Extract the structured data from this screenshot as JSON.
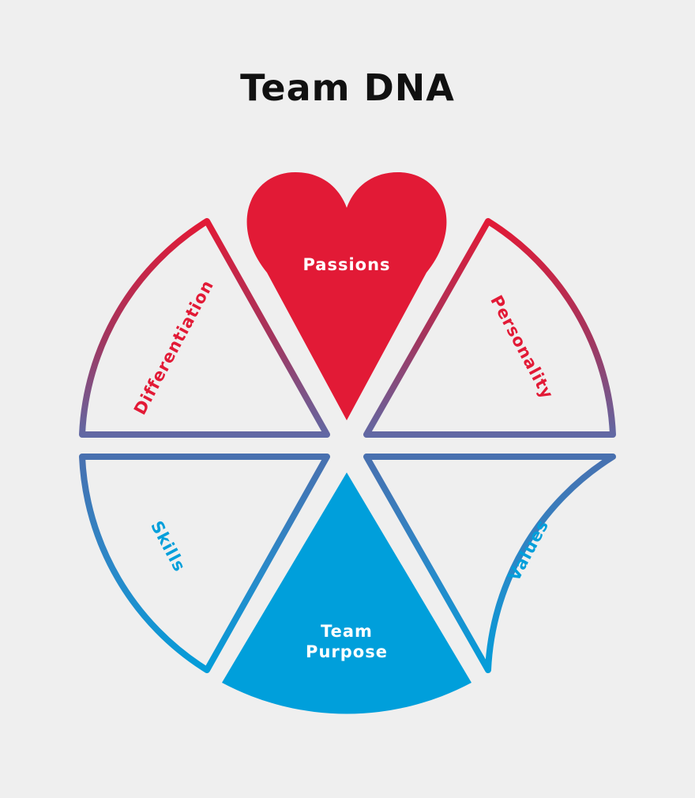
{
  "title": "Team DNA",
  "segments": {
    "passions": {
      "label": "Passions",
      "fill": "#e21a36"
    },
    "personality": {
      "label": "Personality",
      "color": "#e21a36"
    },
    "differentiation": {
      "label": "Differentiation",
      "color": "#e21a36"
    },
    "skills": {
      "label": "Skills",
      "color": "#009fdb"
    },
    "values": {
      "label": "Values",
      "color": "#009fdb"
    },
    "team_purpose": {
      "label_line1": "Team",
      "label_line2": "Purpose",
      "fill": "#009fdb"
    }
  },
  "colors": {
    "background": "#efefef",
    "red": "#e21a36",
    "purple": "#6a5f9c",
    "blue": "#009fdb",
    "white_text": "#ffffff"
  }
}
